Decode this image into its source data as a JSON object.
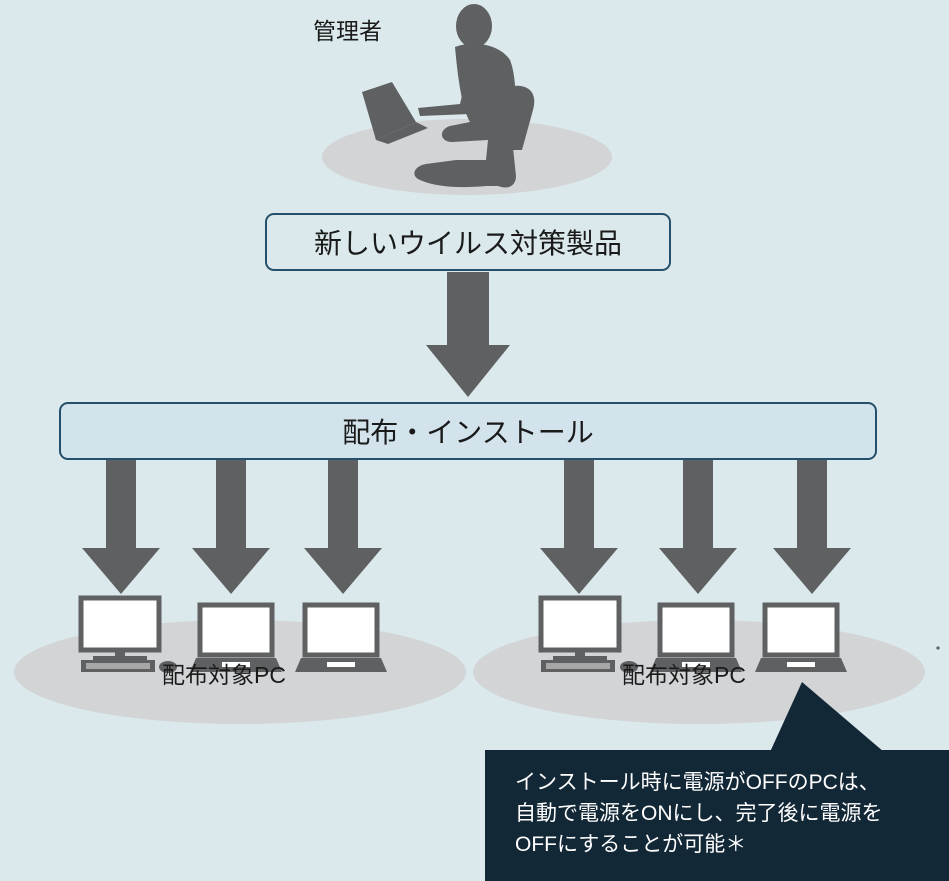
{
  "admin": {
    "label": "管理者"
  },
  "product": {
    "label": "新しいウイルス対策製品"
  },
  "deploy": {
    "label": "配布・インストール"
  },
  "groups": [
    {
      "label": "配布対象PC"
    },
    {
      "label": "配布対象PC"
    }
  ],
  "note": {
    "lines": [
      "インストール時に電源がOFFのPCは、",
      "自動で電源をONにし、完了後に電源を",
      "OFFにすることが可能＊"
    ]
  },
  "colors": {
    "background": "#dbe9ec",
    "ellipse": "#d2d4d6",
    "arrow": "#5f6062",
    "box_border": "#24506b",
    "note_bg": "#132837"
  }
}
